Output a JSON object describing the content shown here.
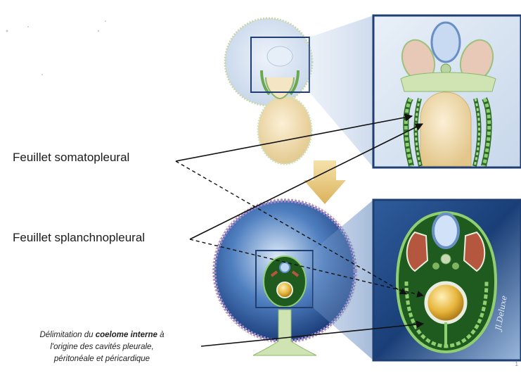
{
  "labels": {
    "somatopleural": "Feuillet somatopleural",
    "splanchnopleural": "Feuillet splanchnopleural"
  },
  "caption": {
    "line1_prefix": "Délimitation du ",
    "line1_bold": "coelome interne",
    "line1_suffix": " à",
    "line2": "l'origine des cavités  pleurale,",
    "line3": "péritonéale et péricardique"
  },
  "signature": "Jl.Deluxe",
  "slide_number": "1",
  "colors": {
    "epithelium_green": "#6aa84f",
    "dark_green": "#1f5a1f",
    "blue": "#2b5aa0",
    "yolk": "#e7c98e",
    "muscle": "#b5563e"
  }
}
